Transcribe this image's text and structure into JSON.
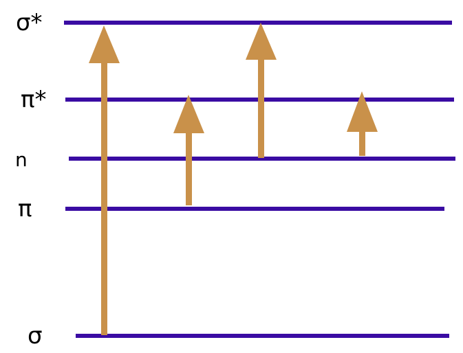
{
  "colors": {
    "level_line": "#3a0ca3",
    "arrow": "#c9914a",
    "label": "#000000",
    "background": "#ffffff"
  },
  "levels": {
    "sigma_star": {
      "label": "σ*"
    },
    "pi_star": {
      "label": "π*"
    },
    "n": {
      "label": "n"
    },
    "pi": {
      "label": "π"
    },
    "sigma": {
      "label": "σ"
    }
  },
  "transitions": [
    {
      "from": "σ",
      "to": "σ*"
    },
    {
      "from": "π",
      "to": "π*"
    },
    {
      "from": "n",
      "to": "σ*"
    },
    {
      "from": "n",
      "to": "π*"
    }
  ]
}
